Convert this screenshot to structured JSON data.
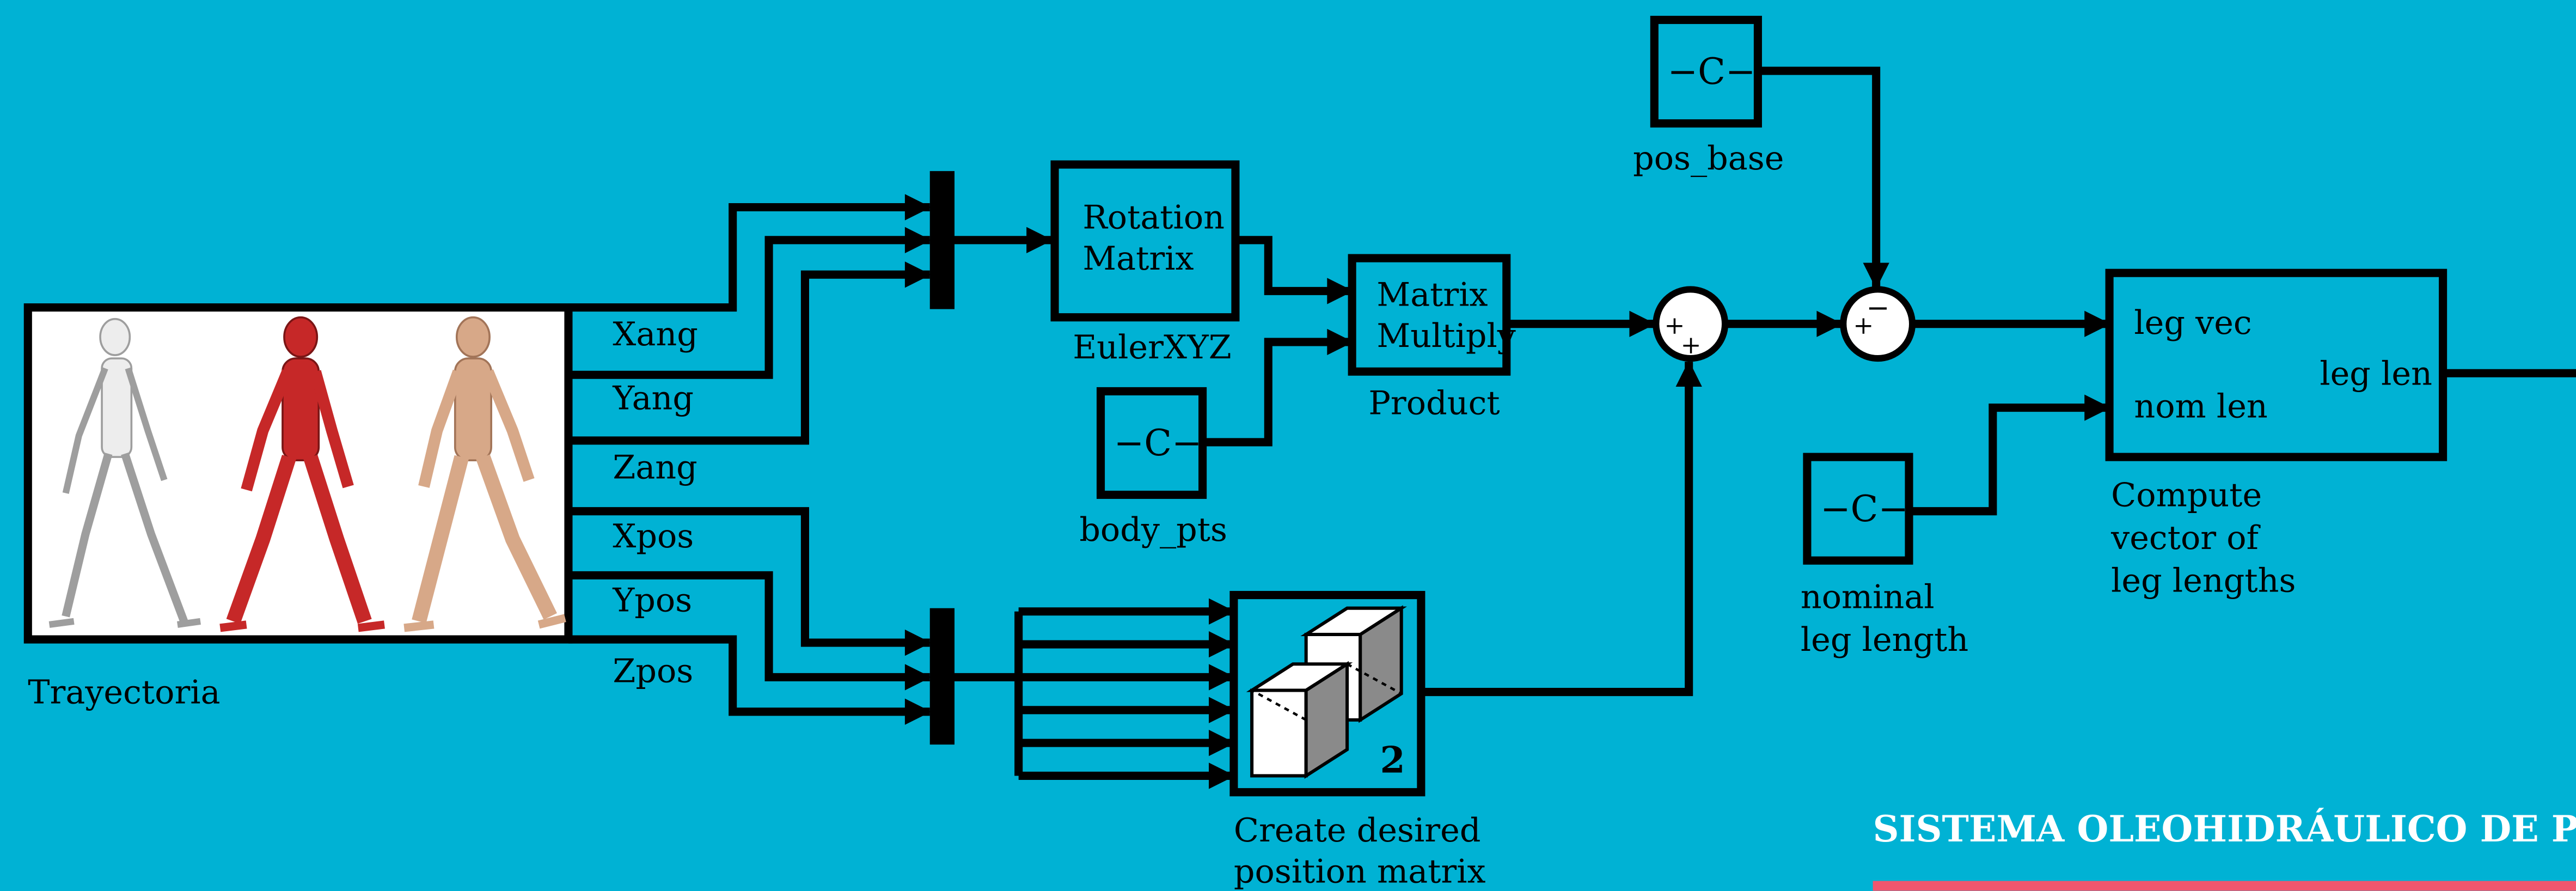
{
  "model": {
    "trajectory_block": {
      "label": "Trayectoria",
      "ports": [
        "Xang",
        "Yang",
        "Zang",
        "Xpos",
        "Ypos",
        "Zpos"
      ]
    },
    "rotation_block": {
      "text_line1": "Rotation",
      "text_line2": "Matrix",
      "label": "EulerXYZ"
    },
    "body_pts_block": {
      "text": "−C−",
      "label": "body_pts"
    },
    "product_block": {
      "text_line1": "Matrix",
      "text_line2": "Multiply",
      "label": "Product"
    },
    "pos_base_block": {
      "text": "−C−",
      "label": "pos_base"
    },
    "sum1": {
      "signs": [
        "+",
        "+"
      ]
    },
    "sum2": {
      "signs": [
        "+",
        "−"
      ]
    },
    "position_matrix_block": {
      "badge": "2",
      "label_line1": "Create desired",
      "label_line2": "position matrix"
    },
    "nominal_block": {
      "text": "−C−",
      "label_line1": "nominal",
      "label_line2": "leg length"
    },
    "leg_block": {
      "in_port1": "leg vec",
      "in_port2": "nom len",
      "out_port": "leg len",
      "label_line1": "Compute",
      "label_line2": "vector of",
      "label_line3": "leg lengths"
    },
    "banner": {
      "text": "SISTEMA OLEOHIDRÁULICO DE PI"
    }
  },
  "colors": {
    "background": "#00B2D4",
    "banner_underline": "#F0566E",
    "skeleton": "#E8E8E8",
    "muscle": "#C62828",
    "skin": "#D7A888"
  }
}
